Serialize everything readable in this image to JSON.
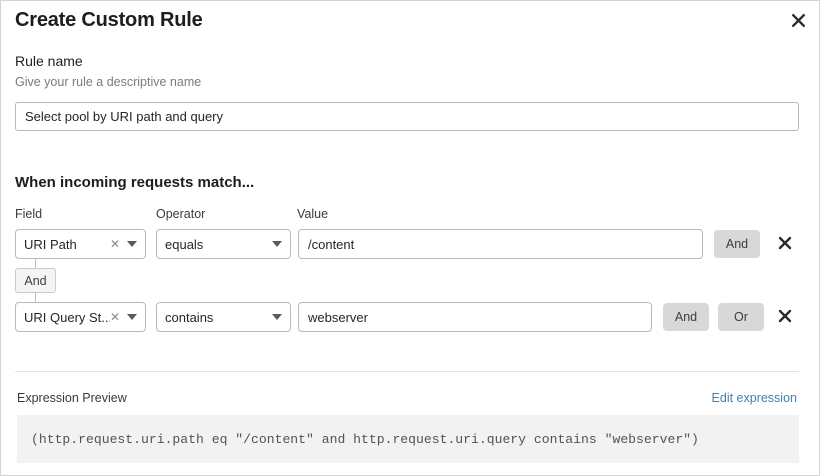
{
  "dialog": {
    "title": "Create Custom Rule",
    "close_icon": "close-icon"
  },
  "rule_name": {
    "label": "Rule name",
    "help": "Give your rule a descriptive name",
    "value": "Select pool by URI path and query",
    "placeholder": "Select pool by URI path and query"
  },
  "match": {
    "heading": "When incoming requests match...",
    "columns": {
      "field": "Field",
      "operator": "Operator",
      "value": "Value"
    },
    "connector": "And",
    "rows": [
      {
        "field": "URI Path",
        "clear_icon": "clear-icon",
        "chevron_icon": "chevron-down-icon",
        "operator": "equals",
        "value": "/content",
        "logic_buttons": [
          "And"
        ],
        "delete_icon": "delete-icon"
      },
      {
        "field": "URI Query St...",
        "clear_icon": "clear-icon",
        "chevron_icon": "chevron-down-icon",
        "operator": "contains",
        "value": "webserver",
        "logic_buttons": [
          "And",
          "Or"
        ],
        "delete_icon": "delete-icon"
      }
    ]
  },
  "expression": {
    "label": "Expression Preview",
    "edit_link": "Edit expression",
    "text": "(http.request.uri.path eq \"/content\" and http.request.uri.query contains \"webserver\")"
  },
  "colors": {
    "link": "#4a80a8",
    "button_bg": "#d8d8d8",
    "preview_bg": "#f2f2f2",
    "border": "#b9b9b9"
  }
}
